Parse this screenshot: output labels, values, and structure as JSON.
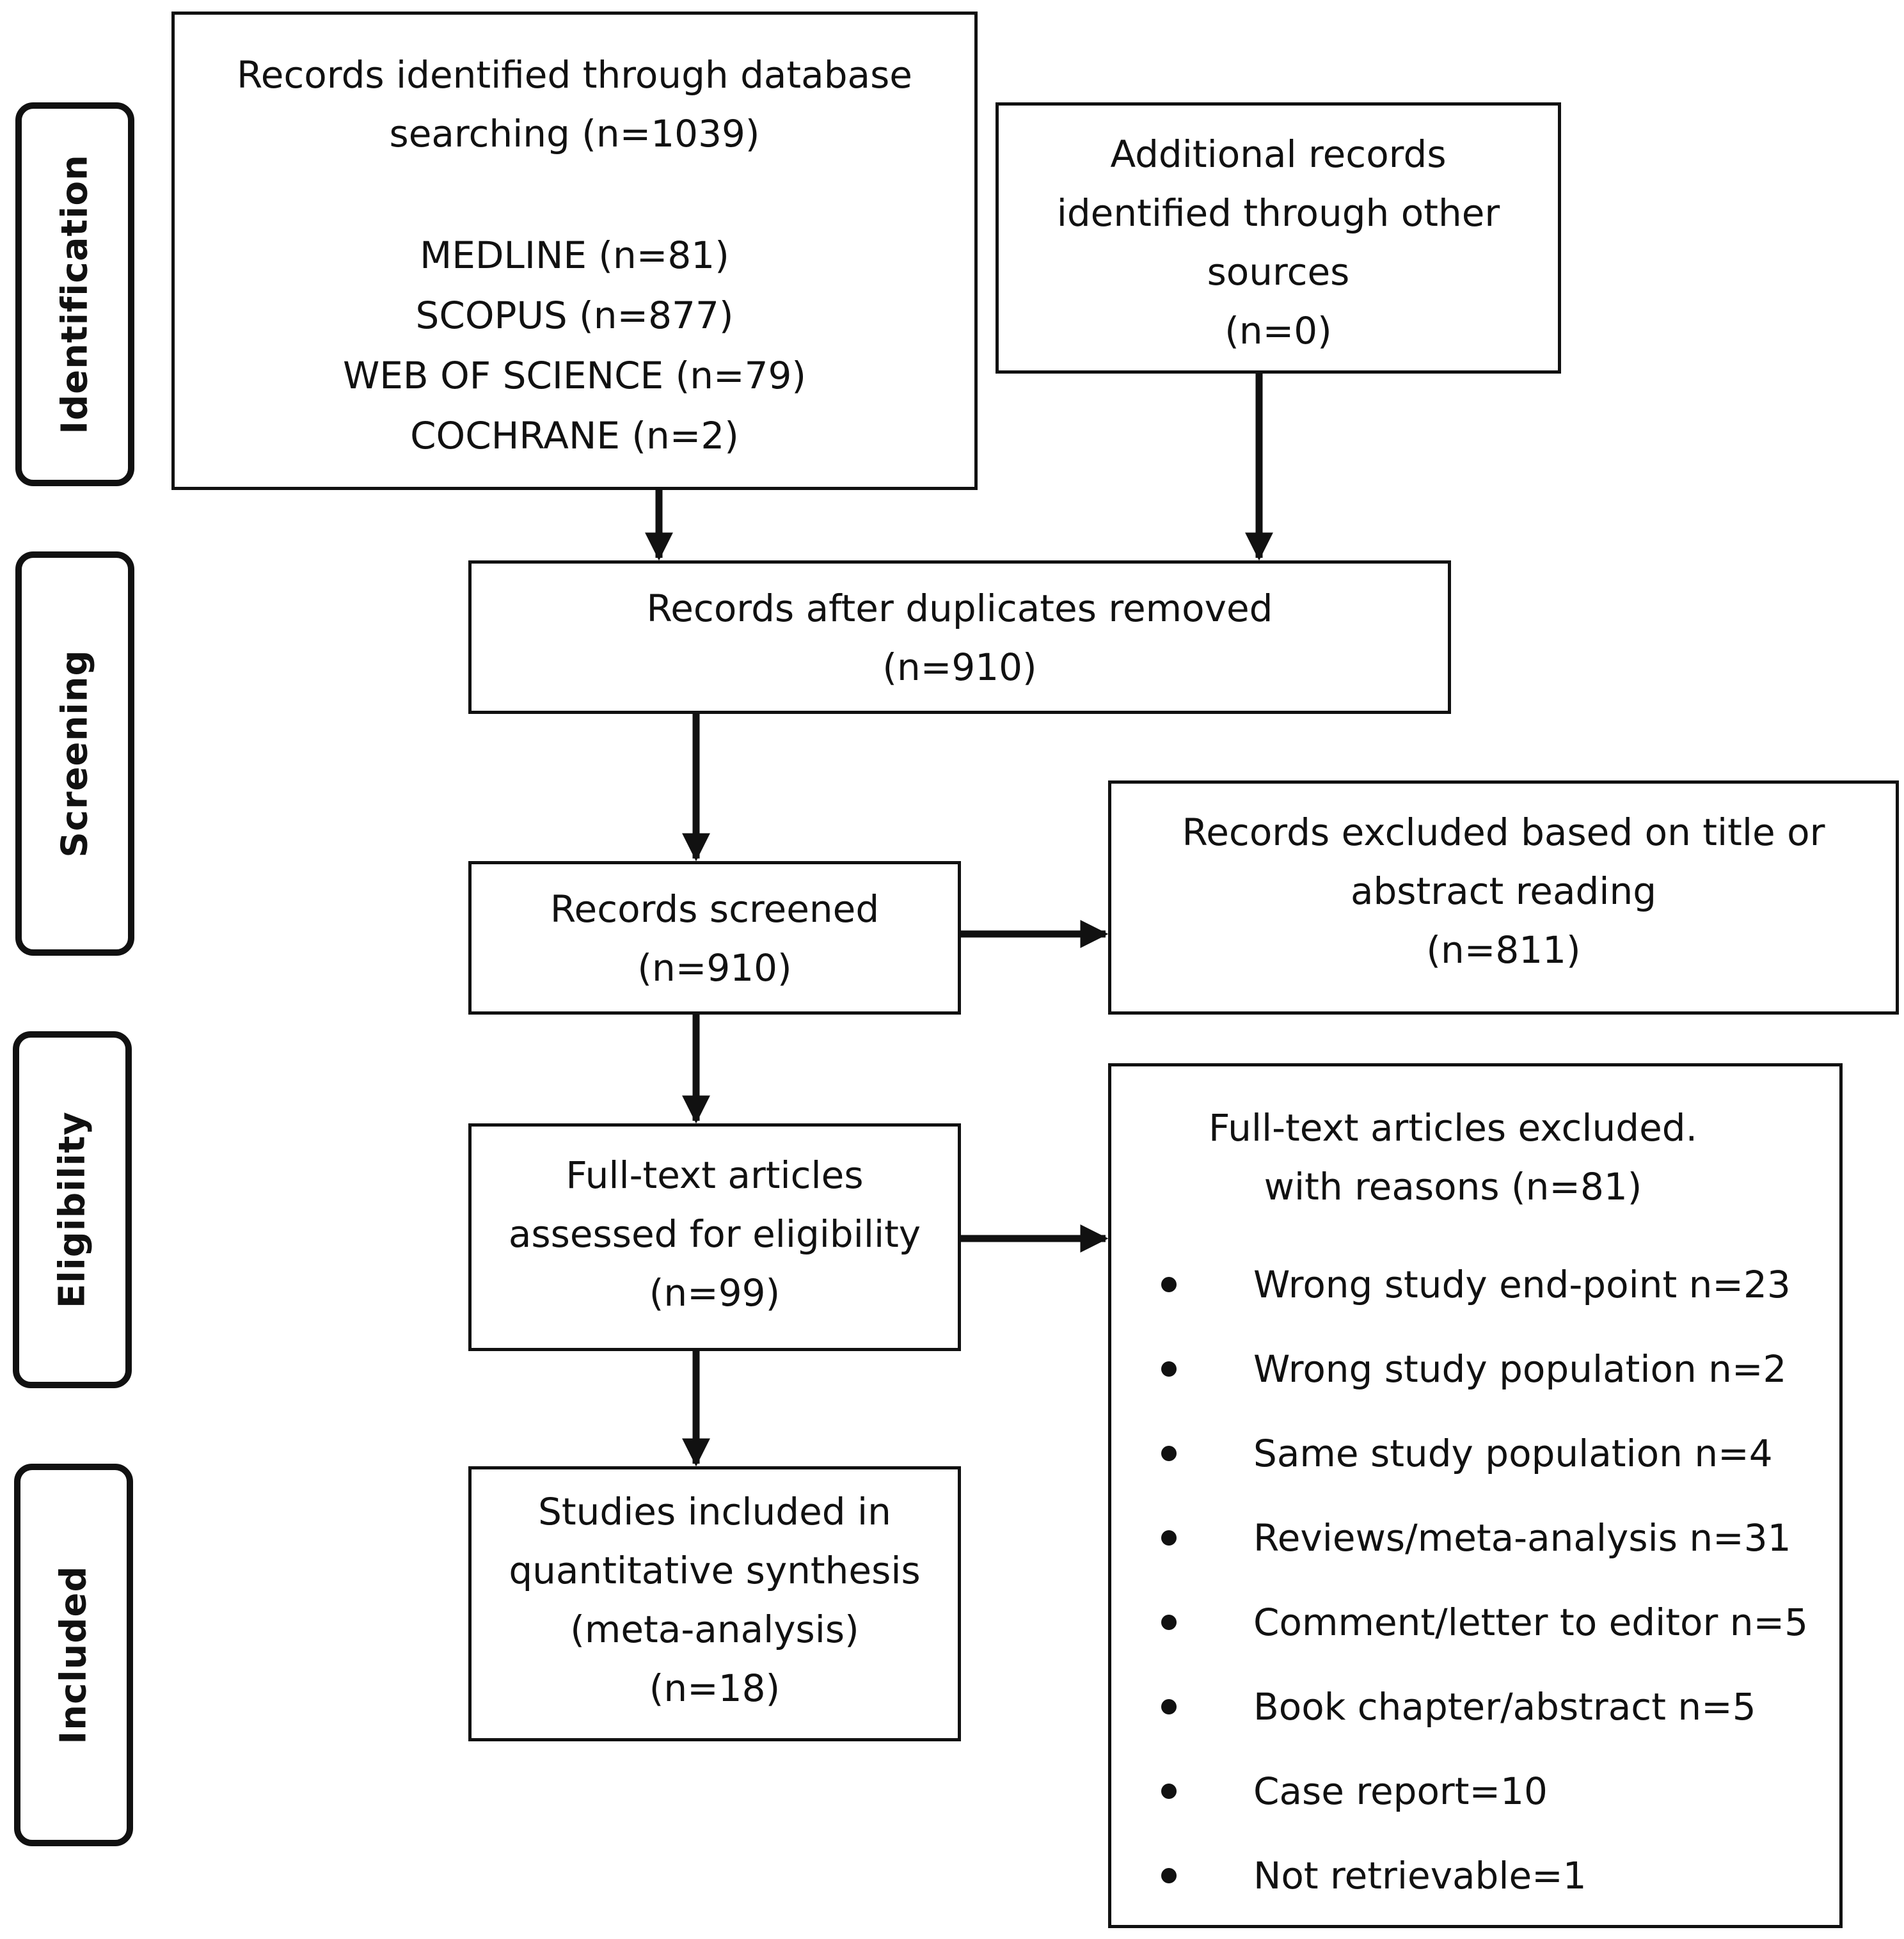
{
  "stages": {
    "identification": "Identification",
    "screening": "Screening",
    "eligibility": "Eligibility",
    "included": "Included"
  },
  "boxes": {
    "database_search": {
      "lines": [
        "Records identified through database",
        "searching (n=1039)"
      ],
      "sources": [
        "MEDLINE (n=81)",
        "SCOPUS (n=877)",
        "WEB OF SCIENCE (n=79)",
        "COCHRANE (n=2)"
      ]
    },
    "other_sources": {
      "lines": [
        "Additional records",
        "identified through other",
        "sources",
        "(n=0)"
      ]
    },
    "duplicates_removed": {
      "lines": [
        "Records after duplicates removed",
        "(n=910)"
      ]
    },
    "screened": {
      "lines": [
        "Records screened",
        "(n=910)"
      ]
    },
    "excluded_title": {
      "lines": [
        "Records excluded based on title or",
        "abstract reading",
        "(n=811)"
      ]
    },
    "fulltext_assessed": {
      "lines": [
        "Full-text articles",
        "assessed for eligibility",
        "(n=99)"
      ]
    },
    "fulltext_excluded": {
      "lines": [
        "Full-text articles excluded.",
        "with reasons (n=81)"
      ],
      "reasons": [
        "Wrong study end-point n=23",
        "Wrong study population n=2",
        "Same study population n=4",
        "Reviews/meta-analysis n=31",
        "Comment/letter to editor n=5",
        "Book chapter/abstract n=5",
        "Case report=10",
        "Not retrievable=1"
      ]
    },
    "included": {
      "lines": [
        "Studies included in",
        "quantitative synthesis",
        "(meta-analysis)",
        "(n=18)"
      ]
    }
  }
}
